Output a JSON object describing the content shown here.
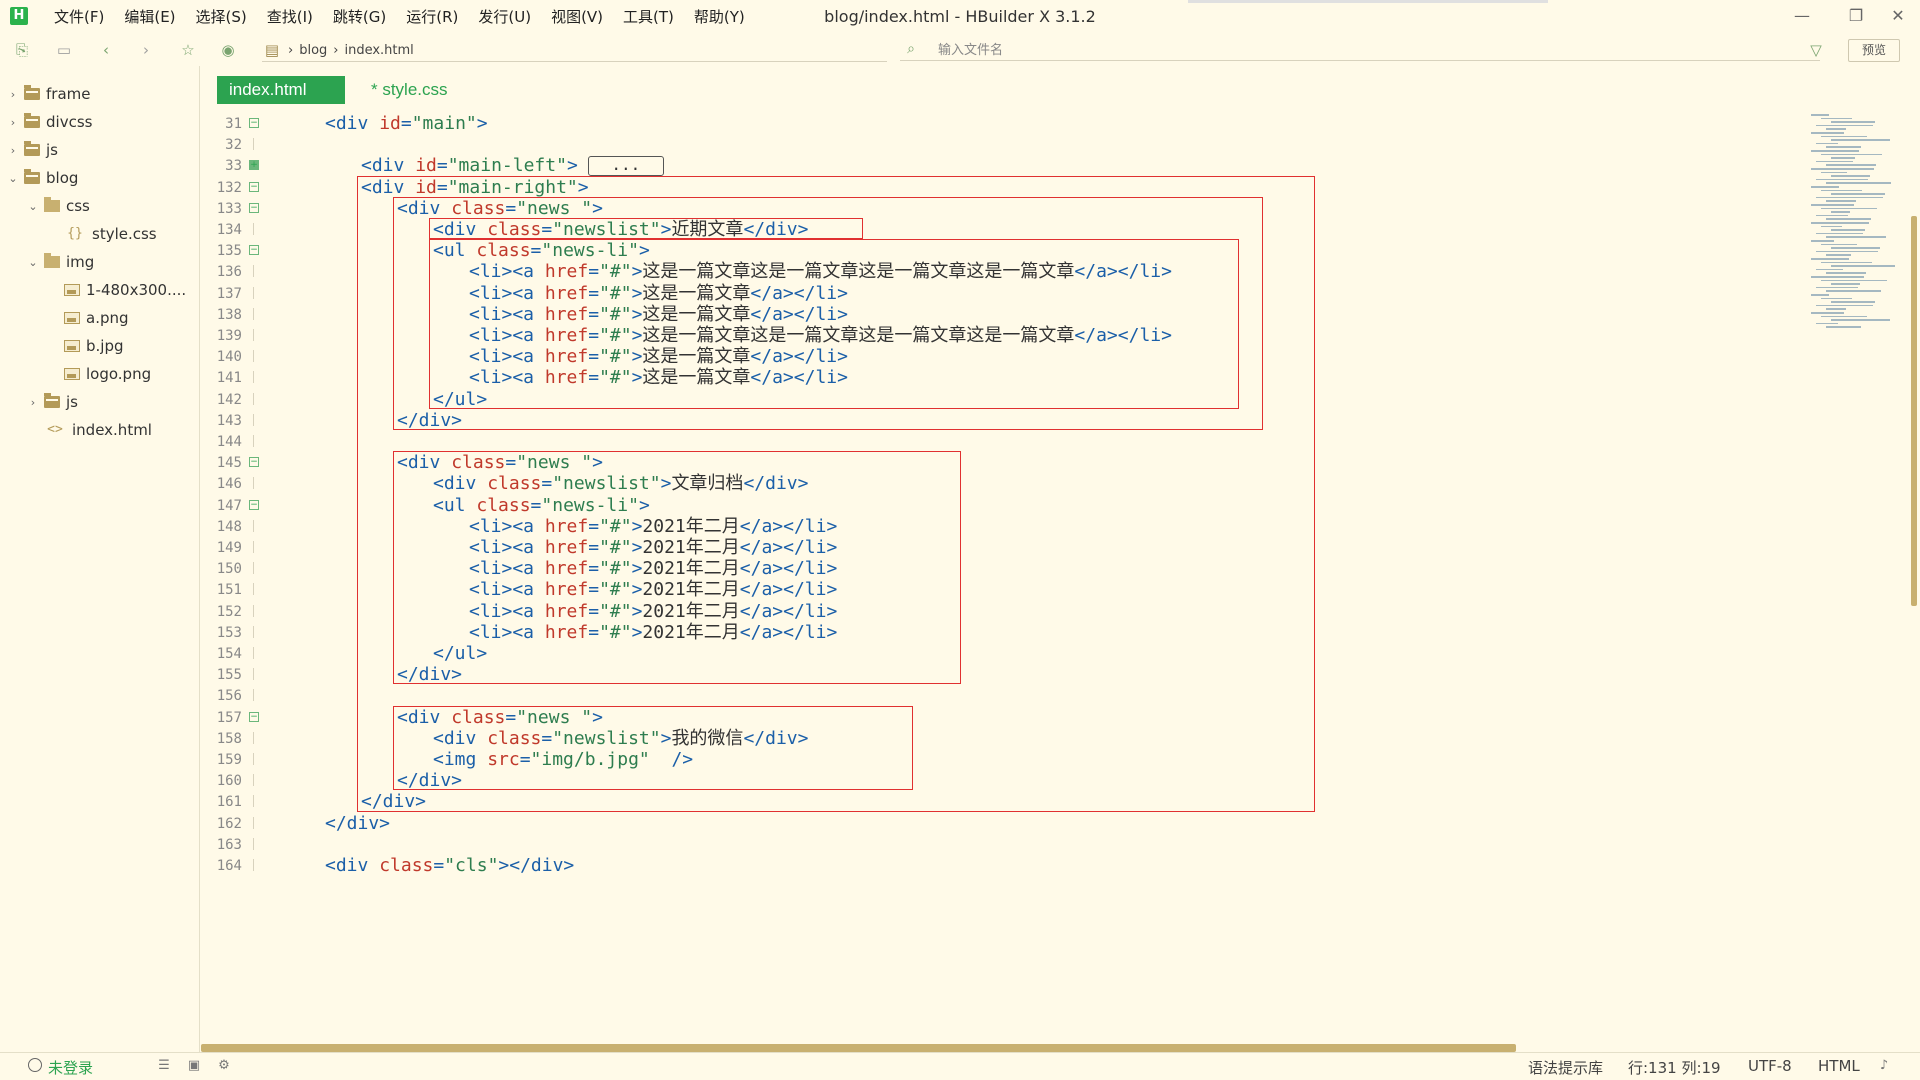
{
  "app": {
    "logo": "H",
    "window_title": "blog/index.html - HBuilder X 3.1.2",
    "minimize": "—",
    "maximize": "❐",
    "close": "✕"
  },
  "menu": [
    "文件(F)",
    "编辑(E)",
    "选择(S)",
    "查找(I)",
    "跳转(G)",
    "运行(R)",
    "发行(U)",
    "视图(V)",
    "工具(T)",
    "帮助(Y)"
  ],
  "toolbar": {
    "breadcrumb": [
      "blog",
      "index.html"
    ],
    "breadcrumb_sep": "›",
    "file_search_placeholder": "输入文件名",
    "preview_label": "预览"
  },
  "sidebar": {
    "items": [
      {
        "label": "frame",
        "level": 0,
        "arrow": "›",
        "icon": "folder-icon"
      },
      {
        "label": "divcss",
        "level": 0,
        "arrow": "›",
        "icon": "folder-icon"
      },
      {
        "label": "js",
        "level": 0,
        "arrow": "›",
        "icon": "folder-icon"
      },
      {
        "label": "blog",
        "level": 0,
        "arrow": "⌄",
        "icon": "folder-icon"
      },
      {
        "label": "css",
        "level": 1,
        "arrow": "⌄",
        "icon": "folder-open-icon"
      },
      {
        "label": "style.css",
        "level": 2,
        "arrow": "",
        "icon": "css-icon"
      },
      {
        "label": "img",
        "level": 1,
        "arrow": "⌄",
        "icon": "folder-open-icon"
      },
      {
        "label": "1-480x300....",
        "level": 2,
        "arrow": "",
        "icon": "image-icon"
      },
      {
        "label": "a.png",
        "level": 2,
        "arrow": "",
        "icon": "image-icon"
      },
      {
        "label": "b.jpg",
        "level": 2,
        "arrow": "",
        "icon": "image-icon"
      },
      {
        "label": "logo.png",
        "level": 2,
        "arrow": "",
        "icon": "image-icon"
      },
      {
        "label": "js",
        "level": 1,
        "arrow": "›",
        "icon": "folder-icon"
      },
      {
        "label": "index.html",
        "level": 1,
        "arrow": "",
        "icon": "html-icon"
      }
    ]
  },
  "tabs": [
    {
      "label": "index.html",
      "active": true
    },
    {
      "label": "* style.css",
      "active": false
    }
  ],
  "editor": {
    "collapsed_placeholder": "...",
    "lines": [
      {
        "n": "31",
        "fold": "open",
        "indent": 0,
        "tokens": [
          [
            "tag",
            "<div "
          ],
          [
            "attr",
            "id"
          ],
          [
            "tag",
            "="
          ],
          [
            "str",
            "\"main\""
          ],
          [
            "tag",
            ">"
          ]
        ]
      },
      {
        "n": "32",
        "fold": "",
        "indent": 0,
        "tokens": []
      },
      {
        "n": "33",
        "fold": "collapsed",
        "indent": 1,
        "collapsed": true,
        "tokens": [
          [
            "tag",
            "<div "
          ],
          [
            "attr",
            "id"
          ],
          [
            "tag",
            "="
          ],
          [
            "str",
            "\"main-left\""
          ],
          [
            "tag",
            ">"
          ]
        ]
      },
      {
        "n": "132",
        "fold": "open",
        "indent": 1,
        "tokens": [
          [
            "tag",
            "<div "
          ],
          [
            "attr",
            "id"
          ],
          [
            "tag",
            "="
          ],
          [
            "str",
            "\"main-right\""
          ],
          [
            "tag",
            ">"
          ]
        ]
      },
      {
        "n": "133",
        "fold": "open",
        "indent": 2,
        "tokens": [
          [
            "tag",
            "<div "
          ],
          [
            "attr",
            "class"
          ],
          [
            "tag",
            "="
          ],
          [
            "str",
            "\"news \""
          ],
          [
            "tag",
            ">"
          ]
        ]
      },
      {
        "n": "134",
        "fold": "",
        "indent": 3,
        "tokens": [
          [
            "tag",
            "<div "
          ],
          [
            "attr",
            "class"
          ],
          [
            "tag",
            "="
          ],
          [
            "str",
            "\"newslist\""
          ],
          [
            "tag",
            ">"
          ],
          [
            "txt",
            "近期文章"
          ],
          [
            "tag",
            "</div>"
          ]
        ]
      },
      {
        "n": "135",
        "fold": "open",
        "indent": 3,
        "tokens": [
          [
            "tag",
            "<ul "
          ],
          [
            "attr",
            "class"
          ],
          [
            "tag",
            "="
          ],
          [
            "str",
            "\"news-li\""
          ],
          [
            "tag",
            ">"
          ]
        ]
      },
      {
        "n": "136",
        "fold": "",
        "indent": 4,
        "tokens": [
          [
            "tag",
            "<li><a "
          ],
          [
            "attr",
            "href"
          ],
          [
            "tag",
            "="
          ],
          [
            "str",
            "\"#\""
          ],
          [
            "tag",
            ">"
          ],
          [
            "txt",
            "这是一篇文章这是一篇文章这是一篇文章这是一篇文章"
          ],
          [
            "tag",
            "</a></li>"
          ]
        ]
      },
      {
        "n": "137",
        "fold": "",
        "indent": 4,
        "tokens": [
          [
            "tag",
            "<li><a "
          ],
          [
            "attr",
            "href"
          ],
          [
            "tag",
            "="
          ],
          [
            "str",
            "\"#\""
          ],
          [
            "tag",
            ">"
          ],
          [
            "txt",
            "这是一篇文章"
          ],
          [
            "tag",
            "</a></li>"
          ]
        ]
      },
      {
        "n": "138",
        "fold": "",
        "indent": 4,
        "tokens": [
          [
            "tag",
            "<li><a "
          ],
          [
            "attr",
            "href"
          ],
          [
            "tag",
            "="
          ],
          [
            "str",
            "\"#\""
          ],
          [
            "tag",
            ">"
          ],
          [
            "txt",
            "这是一篇文章"
          ],
          [
            "tag",
            "</a></li>"
          ]
        ]
      },
      {
        "n": "139",
        "fold": "",
        "indent": 4,
        "tokens": [
          [
            "tag",
            "<li><a "
          ],
          [
            "attr",
            "href"
          ],
          [
            "tag",
            "="
          ],
          [
            "str",
            "\"#\""
          ],
          [
            "tag",
            ">"
          ],
          [
            "txt",
            "这是一篇文章这是一篇文章这是一篇文章这是一篇文章"
          ],
          [
            "tag",
            "</a></li>"
          ]
        ]
      },
      {
        "n": "140",
        "fold": "",
        "indent": 4,
        "tokens": [
          [
            "tag",
            "<li><a "
          ],
          [
            "attr",
            "href"
          ],
          [
            "tag",
            "="
          ],
          [
            "str",
            "\"#\""
          ],
          [
            "tag",
            ">"
          ],
          [
            "txt",
            "这是一篇文章"
          ],
          [
            "tag",
            "</a></li>"
          ]
        ]
      },
      {
        "n": "141",
        "fold": "",
        "indent": 4,
        "tokens": [
          [
            "tag",
            "<li><a "
          ],
          [
            "attr",
            "href"
          ],
          [
            "tag",
            "="
          ],
          [
            "str",
            "\"#\""
          ],
          [
            "tag",
            ">"
          ],
          [
            "txt",
            "这是一篇文章"
          ],
          [
            "tag",
            "</a></li>"
          ]
        ]
      },
      {
        "n": "142",
        "fold": "",
        "indent": 3,
        "tokens": [
          [
            "tag",
            "</ul>"
          ]
        ]
      },
      {
        "n": "143",
        "fold": "",
        "indent": 2,
        "tokens": [
          [
            "tag",
            "</div>"
          ]
        ]
      },
      {
        "n": "144",
        "fold": "",
        "indent": 0,
        "tokens": []
      },
      {
        "n": "145",
        "fold": "open",
        "indent": 2,
        "tokens": [
          [
            "tag",
            "<div "
          ],
          [
            "attr",
            "class"
          ],
          [
            "tag",
            "="
          ],
          [
            "str",
            "\"news \""
          ],
          [
            "tag",
            ">"
          ]
        ]
      },
      {
        "n": "146",
        "fold": "",
        "indent": 3,
        "tokens": [
          [
            "tag",
            "<div "
          ],
          [
            "attr",
            "class"
          ],
          [
            "tag",
            "="
          ],
          [
            "str",
            "\"newslist\""
          ],
          [
            "tag",
            ">"
          ],
          [
            "txt",
            "文章归档"
          ],
          [
            "tag",
            "</div>"
          ]
        ]
      },
      {
        "n": "147",
        "fold": "open",
        "indent": 3,
        "tokens": [
          [
            "tag",
            "<ul "
          ],
          [
            "attr",
            "class"
          ],
          [
            "tag",
            "="
          ],
          [
            "str",
            "\"news-li\""
          ],
          [
            "tag",
            ">"
          ]
        ]
      },
      {
        "n": "148",
        "fold": "",
        "indent": 4,
        "tokens": [
          [
            "tag",
            "<li><a "
          ],
          [
            "attr",
            "href"
          ],
          [
            "tag",
            "="
          ],
          [
            "str",
            "\"#\""
          ],
          [
            "tag",
            ">"
          ],
          [
            "txt",
            "2021年二月"
          ],
          [
            "tag",
            "</a></li>"
          ]
        ]
      },
      {
        "n": "149",
        "fold": "",
        "indent": 4,
        "tokens": [
          [
            "tag",
            "<li><a "
          ],
          [
            "attr",
            "href"
          ],
          [
            "tag",
            "="
          ],
          [
            "str",
            "\"#\""
          ],
          [
            "tag",
            ">"
          ],
          [
            "txt",
            "2021年二月"
          ],
          [
            "tag",
            "</a></li>"
          ]
        ]
      },
      {
        "n": "150",
        "fold": "",
        "indent": 4,
        "tokens": [
          [
            "tag",
            "<li><a "
          ],
          [
            "attr",
            "href"
          ],
          [
            "tag",
            "="
          ],
          [
            "str",
            "\"#\""
          ],
          [
            "tag",
            ">"
          ],
          [
            "txt",
            "2021年二月"
          ],
          [
            "tag",
            "</a></li>"
          ]
        ]
      },
      {
        "n": "151",
        "fold": "",
        "indent": 4,
        "tokens": [
          [
            "tag",
            "<li><a "
          ],
          [
            "attr",
            "href"
          ],
          [
            "tag",
            "="
          ],
          [
            "str",
            "\"#\""
          ],
          [
            "tag",
            ">"
          ],
          [
            "txt",
            "2021年二月"
          ],
          [
            "tag",
            "</a></li>"
          ]
        ]
      },
      {
        "n": "152",
        "fold": "",
        "indent": 4,
        "tokens": [
          [
            "tag",
            "<li><a "
          ],
          [
            "attr",
            "href"
          ],
          [
            "tag",
            "="
          ],
          [
            "str",
            "\"#\""
          ],
          [
            "tag",
            ">"
          ],
          [
            "txt",
            "2021年二月"
          ],
          [
            "tag",
            "</a></li>"
          ]
        ]
      },
      {
        "n": "153",
        "fold": "",
        "indent": 4,
        "tokens": [
          [
            "tag",
            "<li><a "
          ],
          [
            "attr",
            "href"
          ],
          [
            "tag",
            "="
          ],
          [
            "str",
            "\"#\""
          ],
          [
            "tag",
            ">"
          ],
          [
            "txt",
            "2021年二月"
          ],
          [
            "tag",
            "</a></li>"
          ]
        ]
      },
      {
        "n": "154",
        "fold": "",
        "indent": 3,
        "tokens": [
          [
            "tag",
            "</ul>"
          ]
        ]
      },
      {
        "n": "155",
        "fold": "",
        "indent": 2,
        "tokens": [
          [
            "tag",
            "</div>"
          ]
        ]
      },
      {
        "n": "156",
        "fold": "",
        "indent": 0,
        "tokens": []
      },
      {
        "n": "157",
        "fold": "open",
        "indent": 2,
        "tokens": [
          [
            "tag",
            "<div "
          ],
          [
            "attr",
            "class"
          ],
          [
            "tag",
            "="
          ],
          [
            "str",
            "\"news \""
          ],
          [
            "tag",
            ">"
          ]
        ]
      },
      {
        "n": "158",
        "fold": "",
        "indent": 3,
        "tokens": [
          [
            "tag",
            "<div "
          ],
          [
            "attr",
            "class"
          ],
          [
            "tag",
            "="
          ],
          [
            "str",
            "\"newslist\""
          ],
          [
            "tag",
            ">"
          ],
          [
            "txt",
            "我的微信"
          ],
          [
            "tag",
            "</div>"
          ]
        ]
      },
      {
        "n": "159",
        "fold": "",
        "indent": 3,
        "tokens": [
          [
            "tag",
            "<img "
          ],
          [
            "attr",
            "src"
          ],
          [
            "tag",
            "="
          ],
          [
            "str",
            "\"img/b.jpg\""
          ],
          [
            "tag",
            "  />"
          ]
        ]
      },
      {
        "n": "160",
        "fold": "",
        "indent": 2,
        "tokens": [
          [
            "tag",
            "</div>"
          ]
        ]
      },
      {
        "n": "161",
        "fold": "",
        "indent": 1,
        "tokens": [
          [
            "tag",
            "</div>"
          ]
        ]
      },
      {
        "n": "162",
        "fold": "",
        "indent": 0,
        "tokens": [
          [
            "tag",
            "</div>"
          ]
        ]
      },
      {
        "n": "163",
        "fold": "",
        "indent": 0,
        "tokens": []
      },
      {
        "n": "164",
        "fold": "",
        "indent": 0,
        "tokens": [
          [
            "tag",
            "<div "
          ],
          [
            "attr",
            "class"
          ],
          [
            "tag",
            "="
          ],
          [
            "str",
            "\"cls\""
          ],
          [
            "tag",
            "></div>"
          ]
        ]
      }
    ]
  },
  "statusbar": {
    "login": "未登录",
    "syntax_hint": "语法提示库",
    "position": "行:131  列:19",
    "encoding": "UTF-8",
    "language": "HTML"
  },
  "colors": {
    "background": "#fffae8",
    "accent_green": "#2ca350",
    "highlight_red": "#e03030"
  }
}
